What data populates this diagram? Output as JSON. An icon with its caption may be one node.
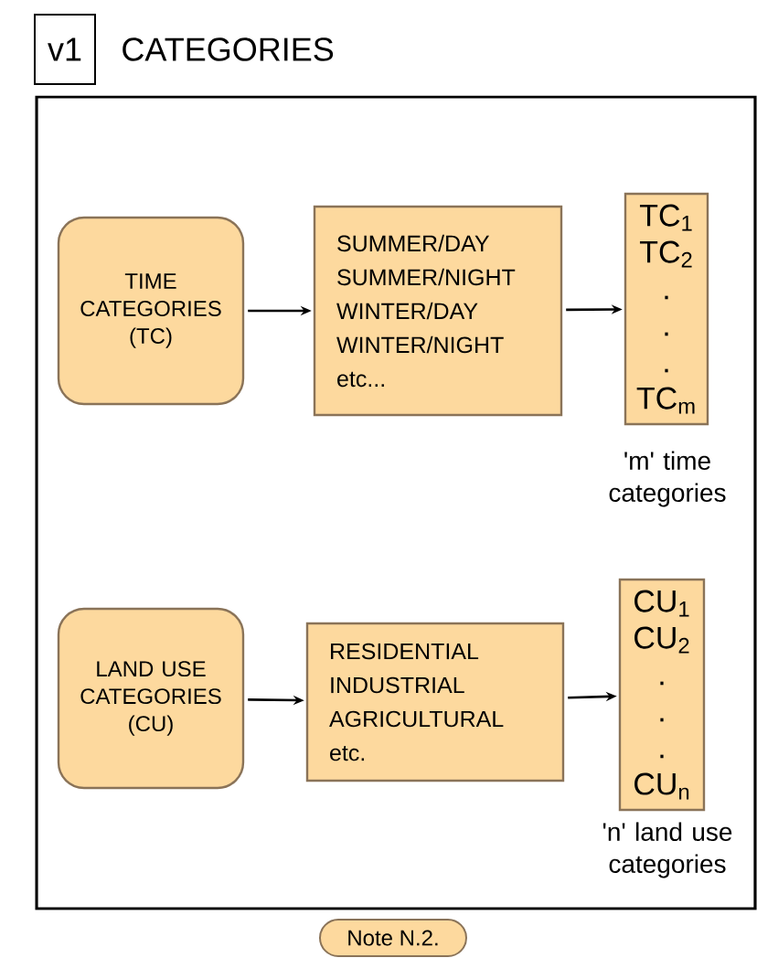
{
  "diagram": {
    "title": "CATEGORIES",
    "nodes": [
      {
        "text": [
          "v1"
        ]
      },
      {
        "text": [],
        "shape": "box"
      },
      {
        "text": [
          "TIME CATEGORIES (TC)"
        ],
        "in": 1
      },
      {
        "text": [
          "SUMMER/DAY",
          "SUMMER/NIGHT",
          "WINTER/DAY",
          "WINTER/NIGHT",
          "etc..."
        ],
        "in": 1
      },
      {
        "text": [
          "TC$_{1}$",
          "TC$_{2}$",
          ".",
          ".",
          ".",
          "TC$_{m}$"
        ],
        "beside": [
          "'m' time categories"
        ],
        "in": 1
      },
      {
        "text": [
          "LAND USE CATEGORIES (CU)"
        ],
        "in": 1
      },
      {
        "text": [
          "RESIDENTIAL",
          "INDUSTRIAL",
          "AGRICULTURAL",
          "etc."
        ],
        "in": 1
      },
      {
        "text": [
          "CU$_{1}$",
          "CU$_{2}$",
          ".",
          ".",
          ".",
          "CU$_{n}$"
        ],
        "beside": [
          "'n' land use categories"
        ],
        "in": 1
      },
      {
        "text": [
          "Note N.2."
        ]
      }
    ],
    "edges": [
      {
        "from": 2,
        "to": 3,
        "arrow": "to"
      },
      {
        "from": 3,
        "to": 4,
        "arrow": "to"
      },
      {
        "from": 5,
        "to": 6,
        "arrow": "to"
      },
      {
        "from": 6,
        "to": 7,
        "arrow": "to"
      }
    ]
  }
}
